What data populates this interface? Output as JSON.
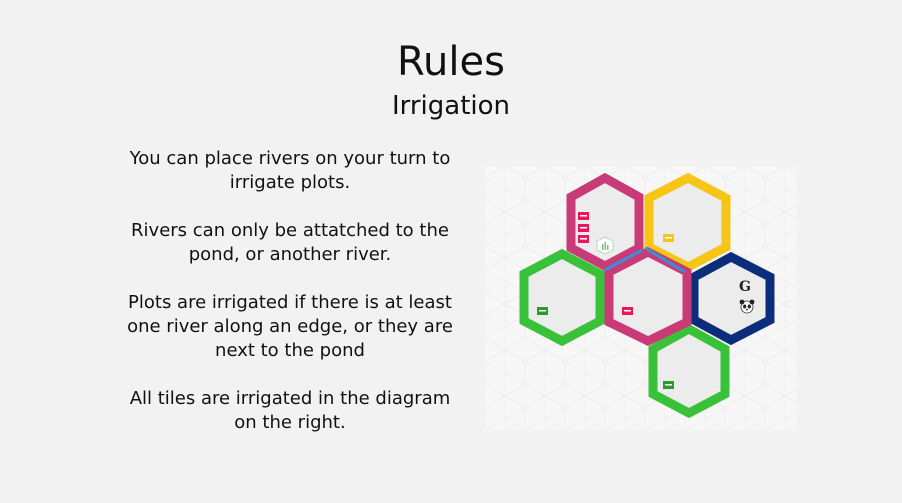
{
  "header": {
    "title": "Rules",
    "subtitle": "Irrigation"
  },
  "rules": {
    "paragraphs": [
      "You can place rivers on your turn to irrigate plots.",
      "Rivers can only be attatched to the pond, or another river.",
      "Plots are irrigated if there is at least one river along an edge, or they are next to the pond",
      "All tiles are irrigated in the diagram on the right."
    ]
  },
  "diagram": {
    "background": "#ffffff",
    "colors": {
      "pink": "#c93b76",
      "yellow": "#f5c518",
      "green": "#3ac13a",
      "navy": "#0c2d7a",
      "river": "#3a8fd9",
      "tile_fill": "#ececec"
    },
    "tiles": [
      {
        "name": "pink-tile-top",
        "color": "pink"
      },
      {
        "name": "yellow-tile",
        "color": "yellow"
      },
      {
        "name": "green-tile-left",
        "color": "green"
      },
      {
        "name": "pink-tile-center",
        "color": "pink"
      },
      {
        "name": "navy-pond-tile",
        "color": "navy"
      },
      {
        "name": "green-tile-bottom",
        "color": "green"
      }
    ],
    "icons": [
      "plot-marker-icon",
      "pond-hexagon-icon",
      "gardener-icon",
      "panda-icon"
    ],
    "gardener_glyph": "G"
  }
}
